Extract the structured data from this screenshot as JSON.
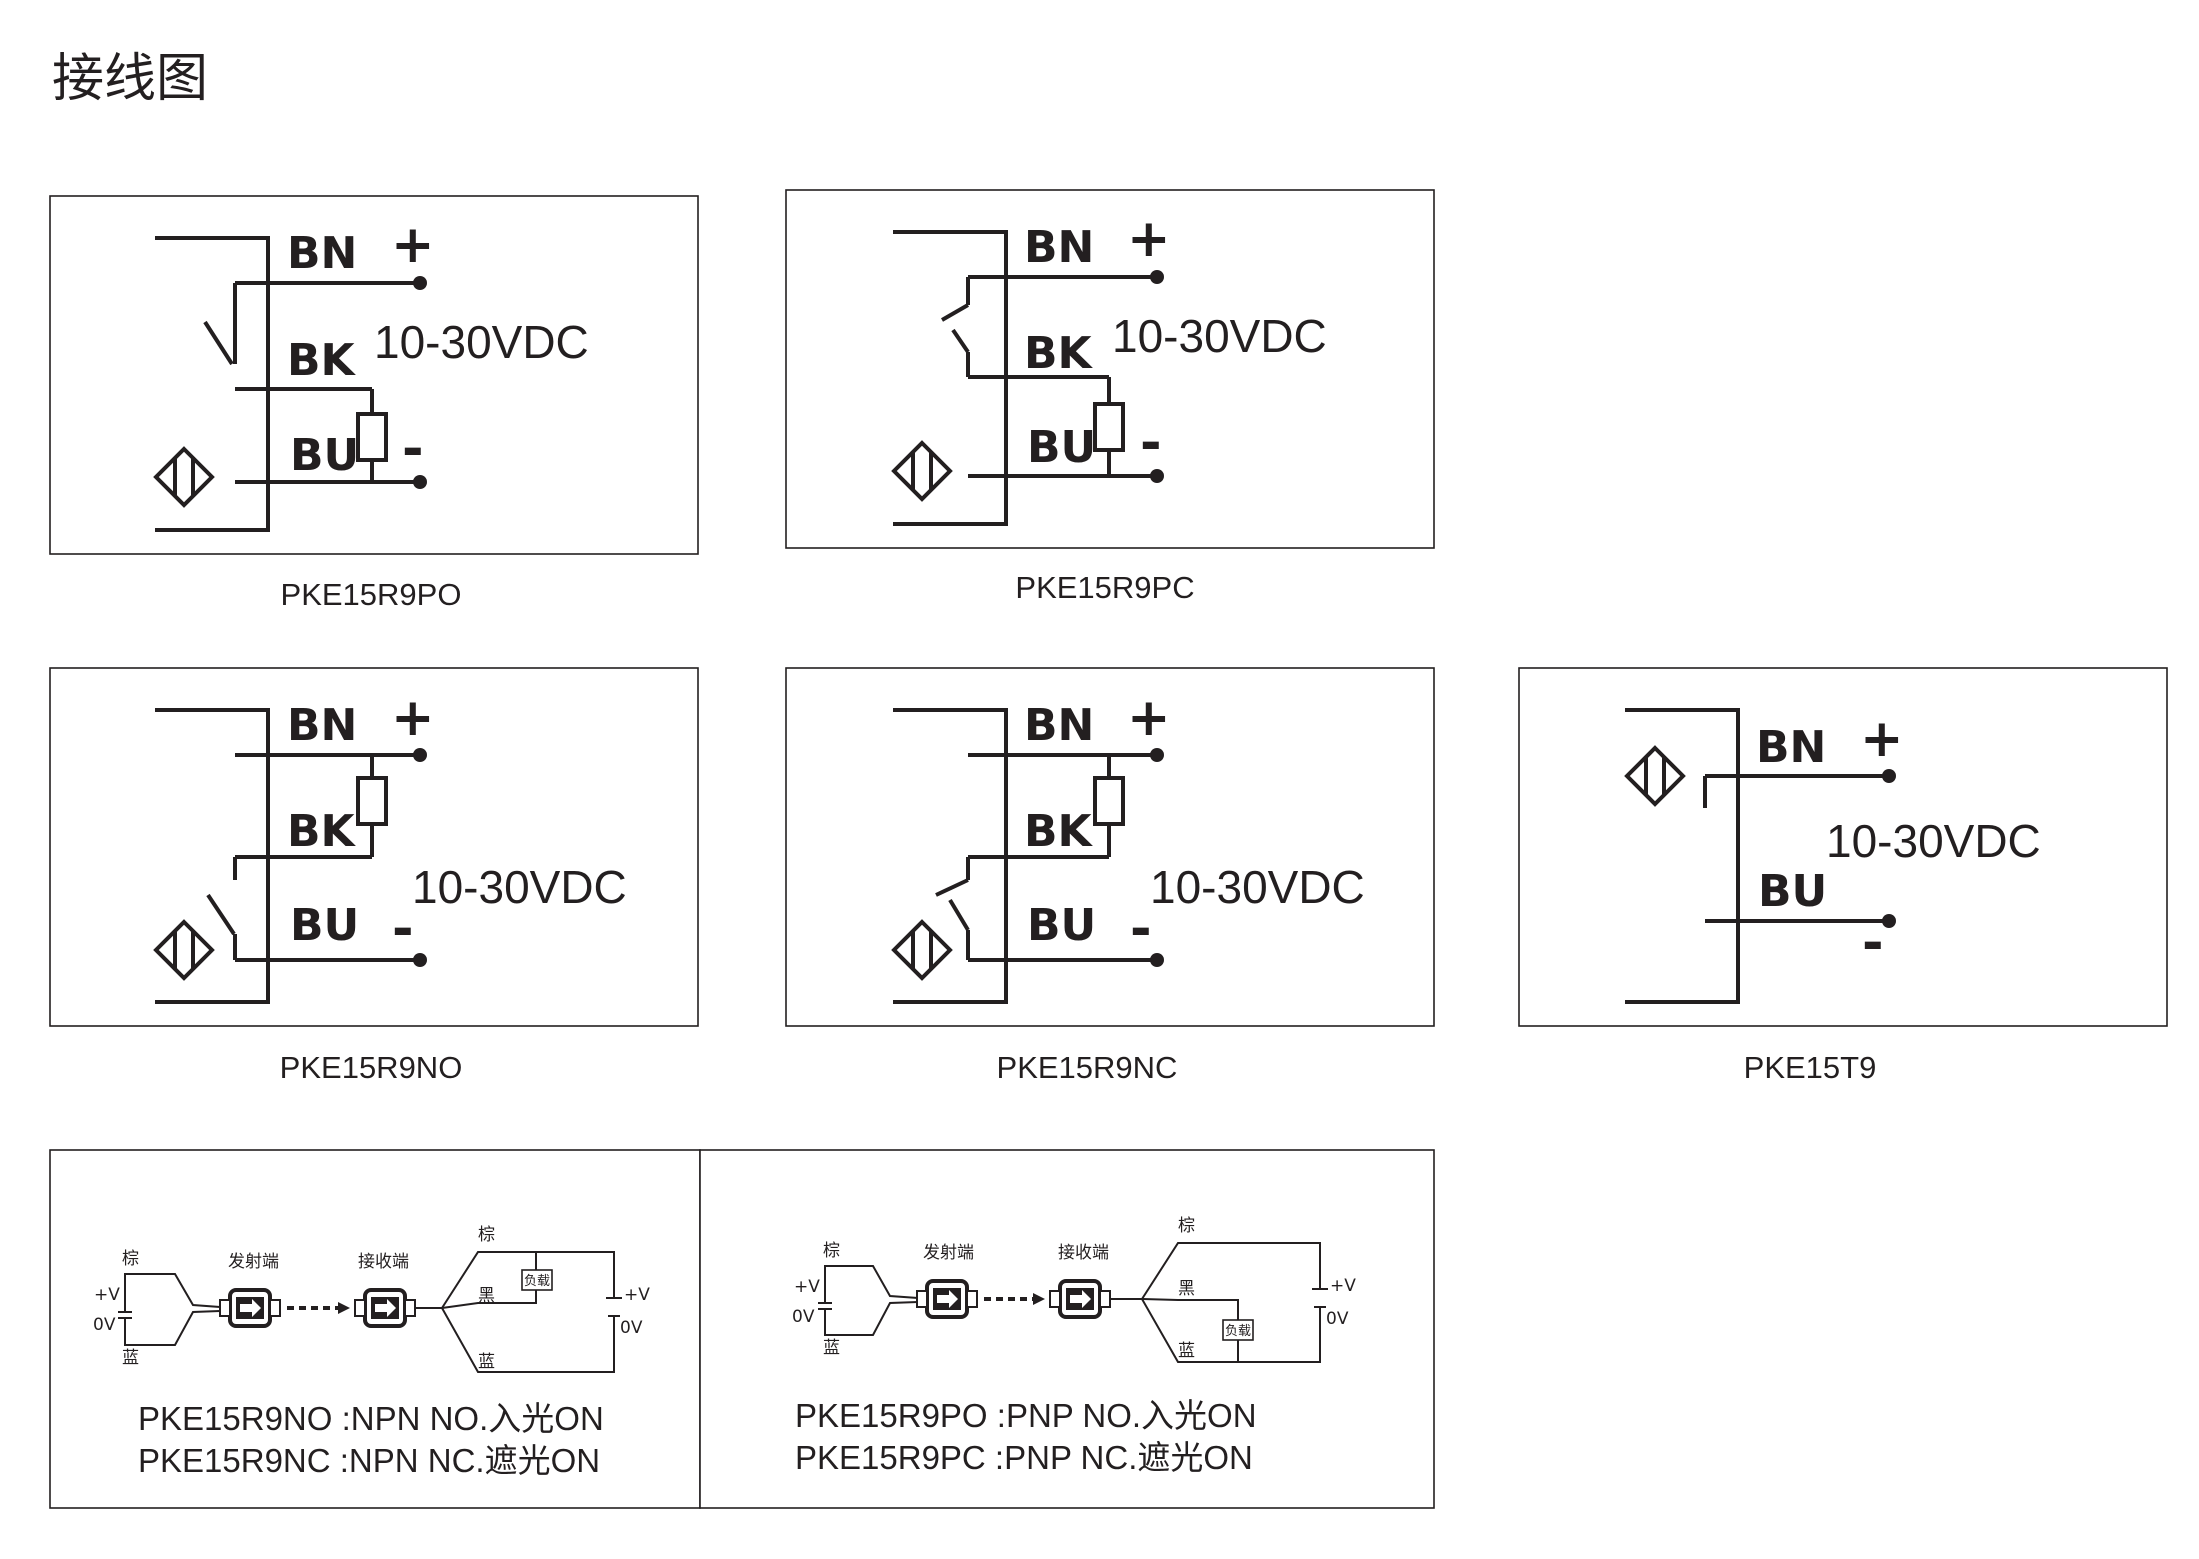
{
  "title": "接线图",
  "terminals": {
    "bn": "BN",
    "bk": "BK",
    "bu": "BU",
    "plus": "+",
    "minus": "-",
    "supply": "10-30VDC"
  },
  "panels": [
    {
      "model": "PKE15R9PO"
    },
    {
      "model": "PKE15R9PC"
    },
    {
      "model": "PKE15R9NO"
    },
    {
      "model": "PKE15R9NC"
    },
    {
      "model": "PKE15T9"
    }
  ],
  "beam": {
    "brown": "棕",
    "black": "黑",
    "blue": "蓝",
    "emitter": "发射端",
    "receiver": "接收端",
    "load": "负载",
    "vplus": "+V",
    "zero": "0V",
    "npn_line1": "PKE15R9NO :NPN NO.入光ON",
    "npn_line2": "PKE15R9NC :NPN NC.遮光ON",
    "pnp_line1": "PKE15R9PO :PNP NO.入光ON",
    "pnp_line2": "PKE15R9PC :PNP NC.遮光ON"
  }
}
